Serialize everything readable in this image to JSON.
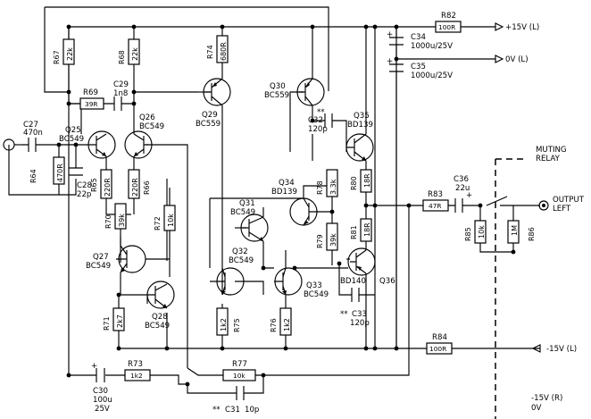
{
  "rails": {
    "pos": "+15V (L)",
    "zero": "0V (L)",
    "neg": "-15V (L)",
    "neg_r": "-15V (R)",
    "zero_r": "0V"
  },
  "labels": {
    "muting_line1": "MUTING",
    "muting_line2": "RELAY",
    "output_line1": "OUTPUT",
    "output_line2": "LEFT",
    "star": "**"
  },
  "parts": {
    "R82": {
      "ref": "R82",
      "val": "100R"
    },
    "R84": {
      "ref": "R84",
      "val": "100R"
    },
    "R67": {
      "ref": "R67",
      "val": "22k"
    },
    "R68": {
      "ref": "R68",
      "val": "22k"
    },
    "R74": {
      "ref": "R74",
      "val": "680R"
    },
    "R69": {
      "ref": "R69",
      "val": "39R"
    },
    "R64": {
      "ref": "R64",
      "val": "470R"
    },
    "R65": {
      "ref": "R65",
      "val": "220R"
    },
    "R66": {
      "ref": "R66",
      "val": "220R"
    },
    "R70": {
      "ref": "R70",
      "val": "39k"
    },
    "R72": {
      "ref": "R72",
      "val": "10k"
    },
    "R71": {
      "ref": "R71",
      "val": "2k7"
    },
    "R73": {
      "ref": "R73",
      "val": "1k2"
    },
    "R77": {
      "ref": "R77",
      "val": "10k"
    },
    "R75": {
      "ref": "R75",
      "val": "1k2"
    },
    "R76": {
      "ref": "R76",
      "val": "1k2"
    },
    "R78": {
      "ref": "R78",
      "val": "3.3k"
    },
    "R79": {
      "ref": "R79",
      "val": "39k"
    },
    "R80": {
      "ref": "R80",
      "val": "18R"
    },
    "R81": {
      "ref": "R81",
      "val": "18R"
    },
    "R83": {
      "ref": "R83",
      "val": "47R"
    },
    "R85": {
      "ref": "R85",
      "val": "10k"
    },
    "R86": {
      "ref": "R86",
      "val": "1M"
    },
    "C27": {
      "ref": "C27",
      "val": "470n"
    },
    "C28": {
      "ref": "C28",
      "val": "22p"
    },
    "C29": {
      "ref": "C29",
      "val": "1n8"
    },
    "C30": {
      "ref": "C30",
      "val": "100u",
      "val2": "25V"
    },
    "C31": {
      "ref": "C31",
      "val": "10p"
    },
    "C32": {
      "ref": "C32",
      "val": "120p"
    },
    "C33": {
      "ref": "C33",
      "val": "120p"
    },
    "C34": {
      "ref": "C34",
      "val": "1000u/25V"
    },
    "C35": {
      "ref": "C35",
      "val": "1000u/25V"
    },
    "C36": {
      "ref": "C36",
      "val": "22u"
    },
    "Q25": {
      "ref": "Q25",
      "type": "BC549"
    },
    "Q26": {
      "ref": "Q26",
      "type": "BC549"
    },
    "Q27": {
      "ref": "Q27",
      "type": "BC549"
    },
    "Q28": {
      "ref": "Q28",
      "type": "BC549"
    },
    "Q29": {
      "ref": "Q29",
      "type": "BC559"
    },
    "Q30": {
      "ref": "Q30",
      "type": "BC559"
    },
    "Q31": {
      "ref": "Q31",
      "type": "BC549"
    },
    "Q32": {
      "ref": "Q32",
      "type": "BC549"
    },
    "Q33": {
      "ref": "Q33",
      "type": "BC549"
    },
    "Q34": {
      "ref": "Q34",
      "type": "BD139"
    },
    "Q35": {
      "ref": "Q35",
      "type": "BD139"
    },
    "Q36": {
      "ref": "Q36",
      "type": "BD140"
    }
  }
}
